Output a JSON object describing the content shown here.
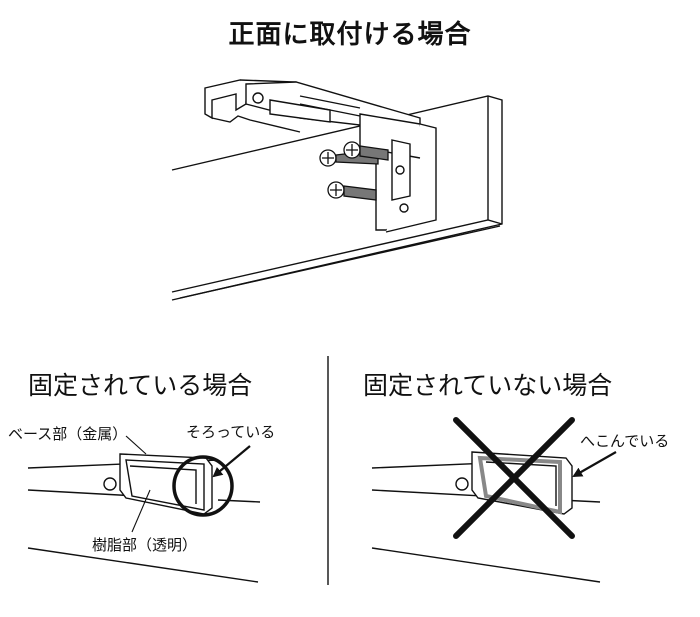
{
  "title": "正面に取付ける場合",
  "left_panel": {
    "heading": "固定されている場合",
    "label_base": "ベース部（金属）",
    "label_aligned": "そろっている",
    "label_resin": "樹脂部（透明）"
  },
  "right_panel": {
    "heading": "固定されていない場合",
    "label_dented": "へこんでいる"
  },
  "icons": [
    "screw-icon",
    "circle-highlight-icon",
    "x-mark-icon",
    "arrow-icon"
  ]
}
